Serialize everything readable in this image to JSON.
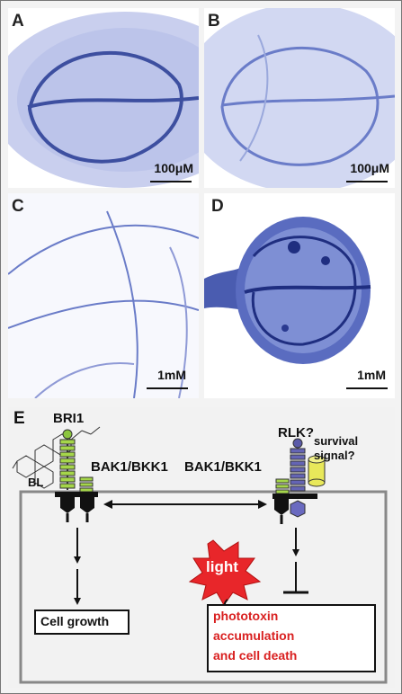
{
  "panels": {
    "a": {
      "label": "A",
      "scale": "100μM"
    },
    "b": {
      "label": "B",
      "scale": "100μM"
    },
    "c": {
      "label": "C",
      "scale": "1mM"
    },
    "d": {
      "label": "D",
      "scale": "1mM"
    }
  },
  "diagram": {
    "label": "E",
    "bri1": "BRI1",
    "bl": "BL",
    "bak1_left": "BAK1/BKK1",
    "bak1_right": "BAK1/BKK1",
    "rlk": "RLK?",
    "survival_line1": "survival",
    "survival_line2": "signal?",
    "light": "light",
    "cell_growth": "Cell growth",
    "outcome_line1": "phototoxin",
    "outcome_line2": "accumulation",
    "outcome_line3": "and cell death"
  },
  "colors": {
    "stain": "#3a4fa8",
    "outcome_text": "#d92020",
    "light_burst": "#e8262a",
    "receptor_green": "#9acd32",
    "rlk_blue": "#5a5aa8"
  }
}
